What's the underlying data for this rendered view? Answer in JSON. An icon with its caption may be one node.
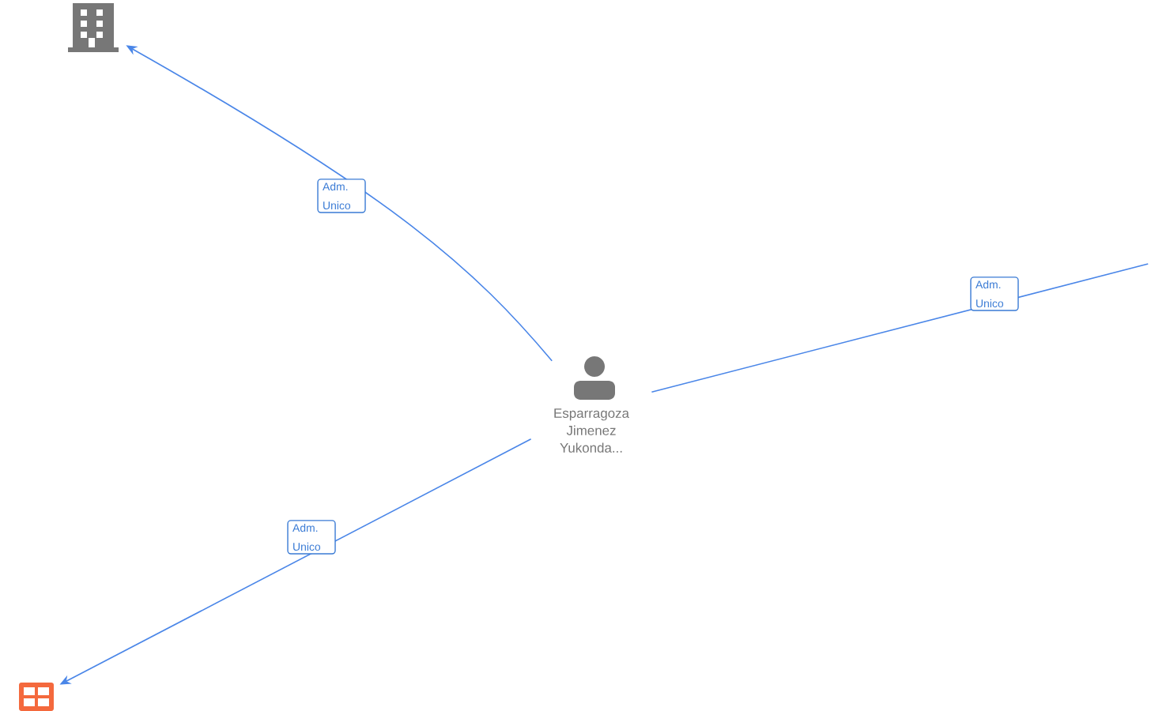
{
  "diagram": {
    "nodes": [
      {
        "text": [
          "Esparragoza Jimenez Yukonda..."
        ]
      },
      {
        "text": [],
        "shape": "building"
      },
      {
        "text": [],
        "shape": "box"
      }
    ],
    "edges": [
      {
        "from": 0,
        "to": 1,
        "arrow": "to",
        "label": "Adm. Unico"
      },
      {
        "from": 0,
        "to": null,
        "arrow": "none",
        "label": "Adm. Unico"
      },
      {
        "from": 0,
        "to": 2,
        "arrow": "to",
        "label": "Adm. Unico"
      }
    ]
  }
}
